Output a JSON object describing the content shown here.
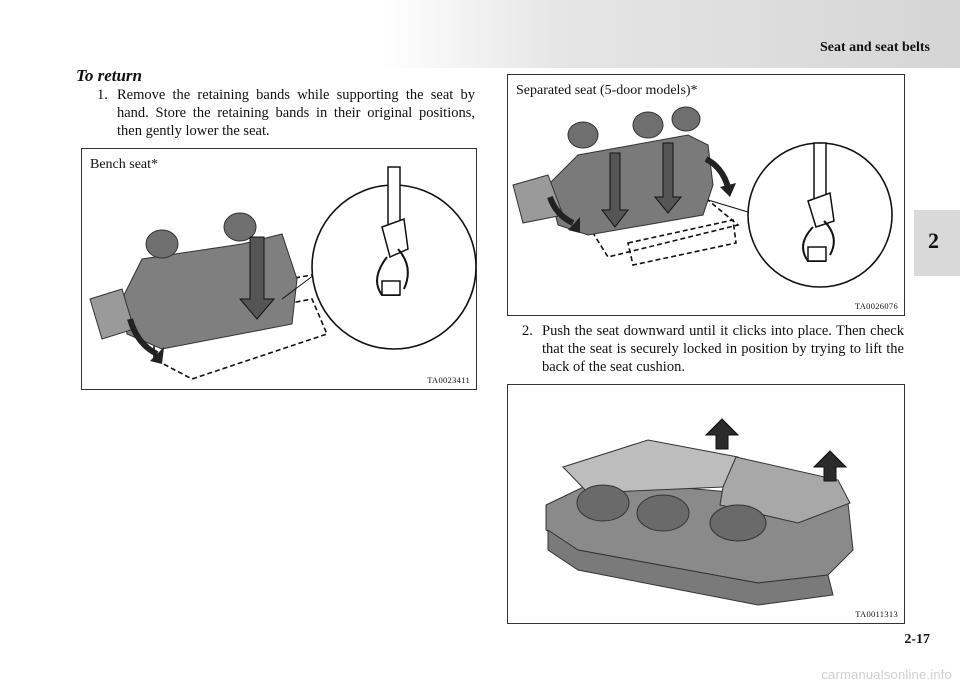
{
  "header": {
    "title": "Seat and seat belts"
  },
  "chapter_tab": {
    "number": "2"
  },
  "page_number": "2-17",
  "section": {
    "heading": "To return"
  },
  "steps": [
    {
      "number": "1.",
      "text": "Remove the retaining bands while supporting the seat by hand. Store the retaining bands in their original positions, then gently lower the seat."
    },
    {
      "number": "2.",
      "text": "Push the seat downward until it clicks into place. Then check that the seat is securely locked in position by trying to lift the back of the seat cushion."
    }
  ],
  "figures": {
    "bench": {
      "caption": "Bench seat*",
      "code": "TA0023411"
    },
    "separated": {
      "caption": "Separated seat  (5-door models)*",
      "code": "TA0026076"
    },
    "folded": {
      "code": "TA0011313"
    }
  },
  "watermark": "carmanualsonline.info"
}
